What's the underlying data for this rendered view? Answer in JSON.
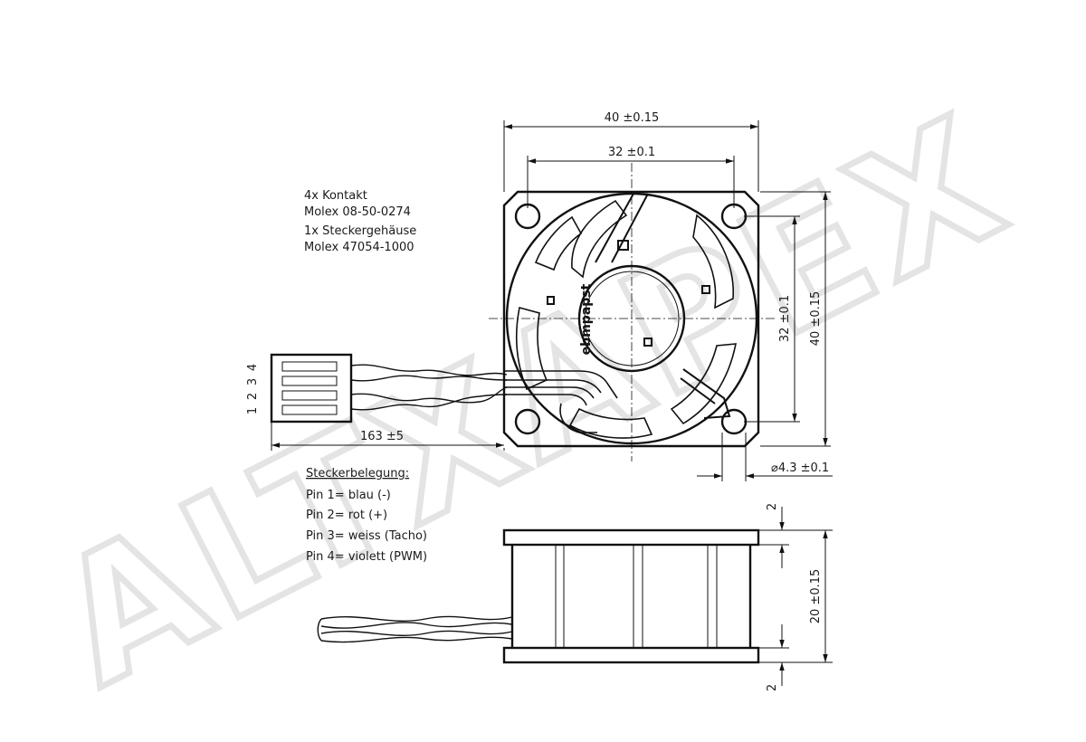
{
  "watermark": "ALTXAPEX",
  "brand": "ebmpapst",
  "contact_notes": [
    "4x Kontakt",
    "Molex 08-50-0274",
    "1x Steckergehäuse",
    "Molex 47054-1000"
  ],
  "pin_assignment": {
    "title": "Steckerbelegung:",
    "pins": [
      "Pin 1= blau  (-)",
      "Pin 2= rot  (+)",
      "Pin 3= weiss  (Tacho)",
      "Pin 4= violett  (PWM)"
    ]
  },
  "connector_pin_numbers": [
    "1",
    "2",
    "3",
    "4"
  ],
  "dimensions": {
    "width_outer": "40 ±0.15",
    "width_holes": "32 ±0.1",
    "height_holes": "32 ±0.1",
    "height_outer": "40 ±0.15",
    "cable_length": "163 ±5",
    "hole_diameter": "⌀4.3 ±0.1",
    "depth": "20 ±0.15",
    "flange_top": "2",
    "flange_bottom": "2"
  }
}
